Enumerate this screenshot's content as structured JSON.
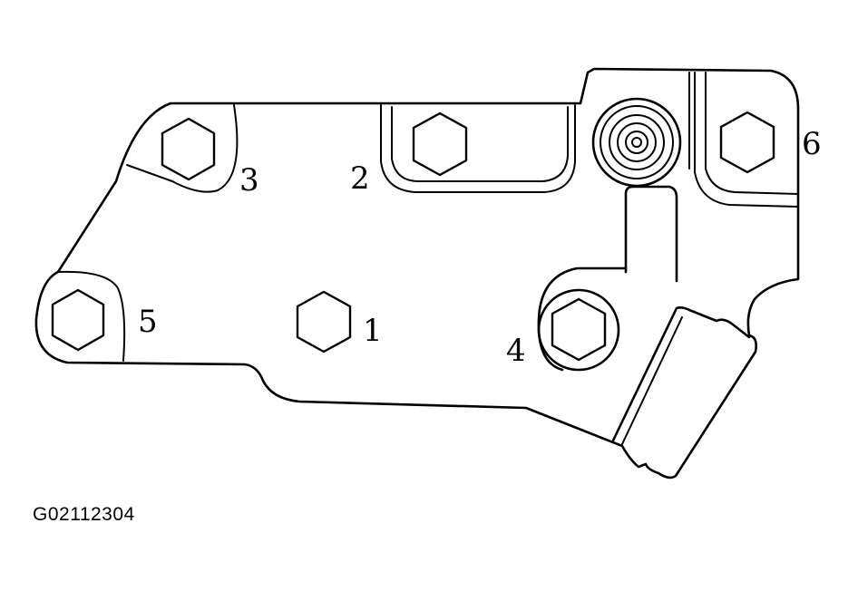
{
  "figure_id": "G02112304",
  "bolts": [
    {
      "label": "1"
    },
    {
      "label": "2"
    },
    {
      "label": "3"
    },
    {
      "label": "4"
    },
    {
      "label": "5"
    },
    {
      "label": "6"
    }
  ]
}
